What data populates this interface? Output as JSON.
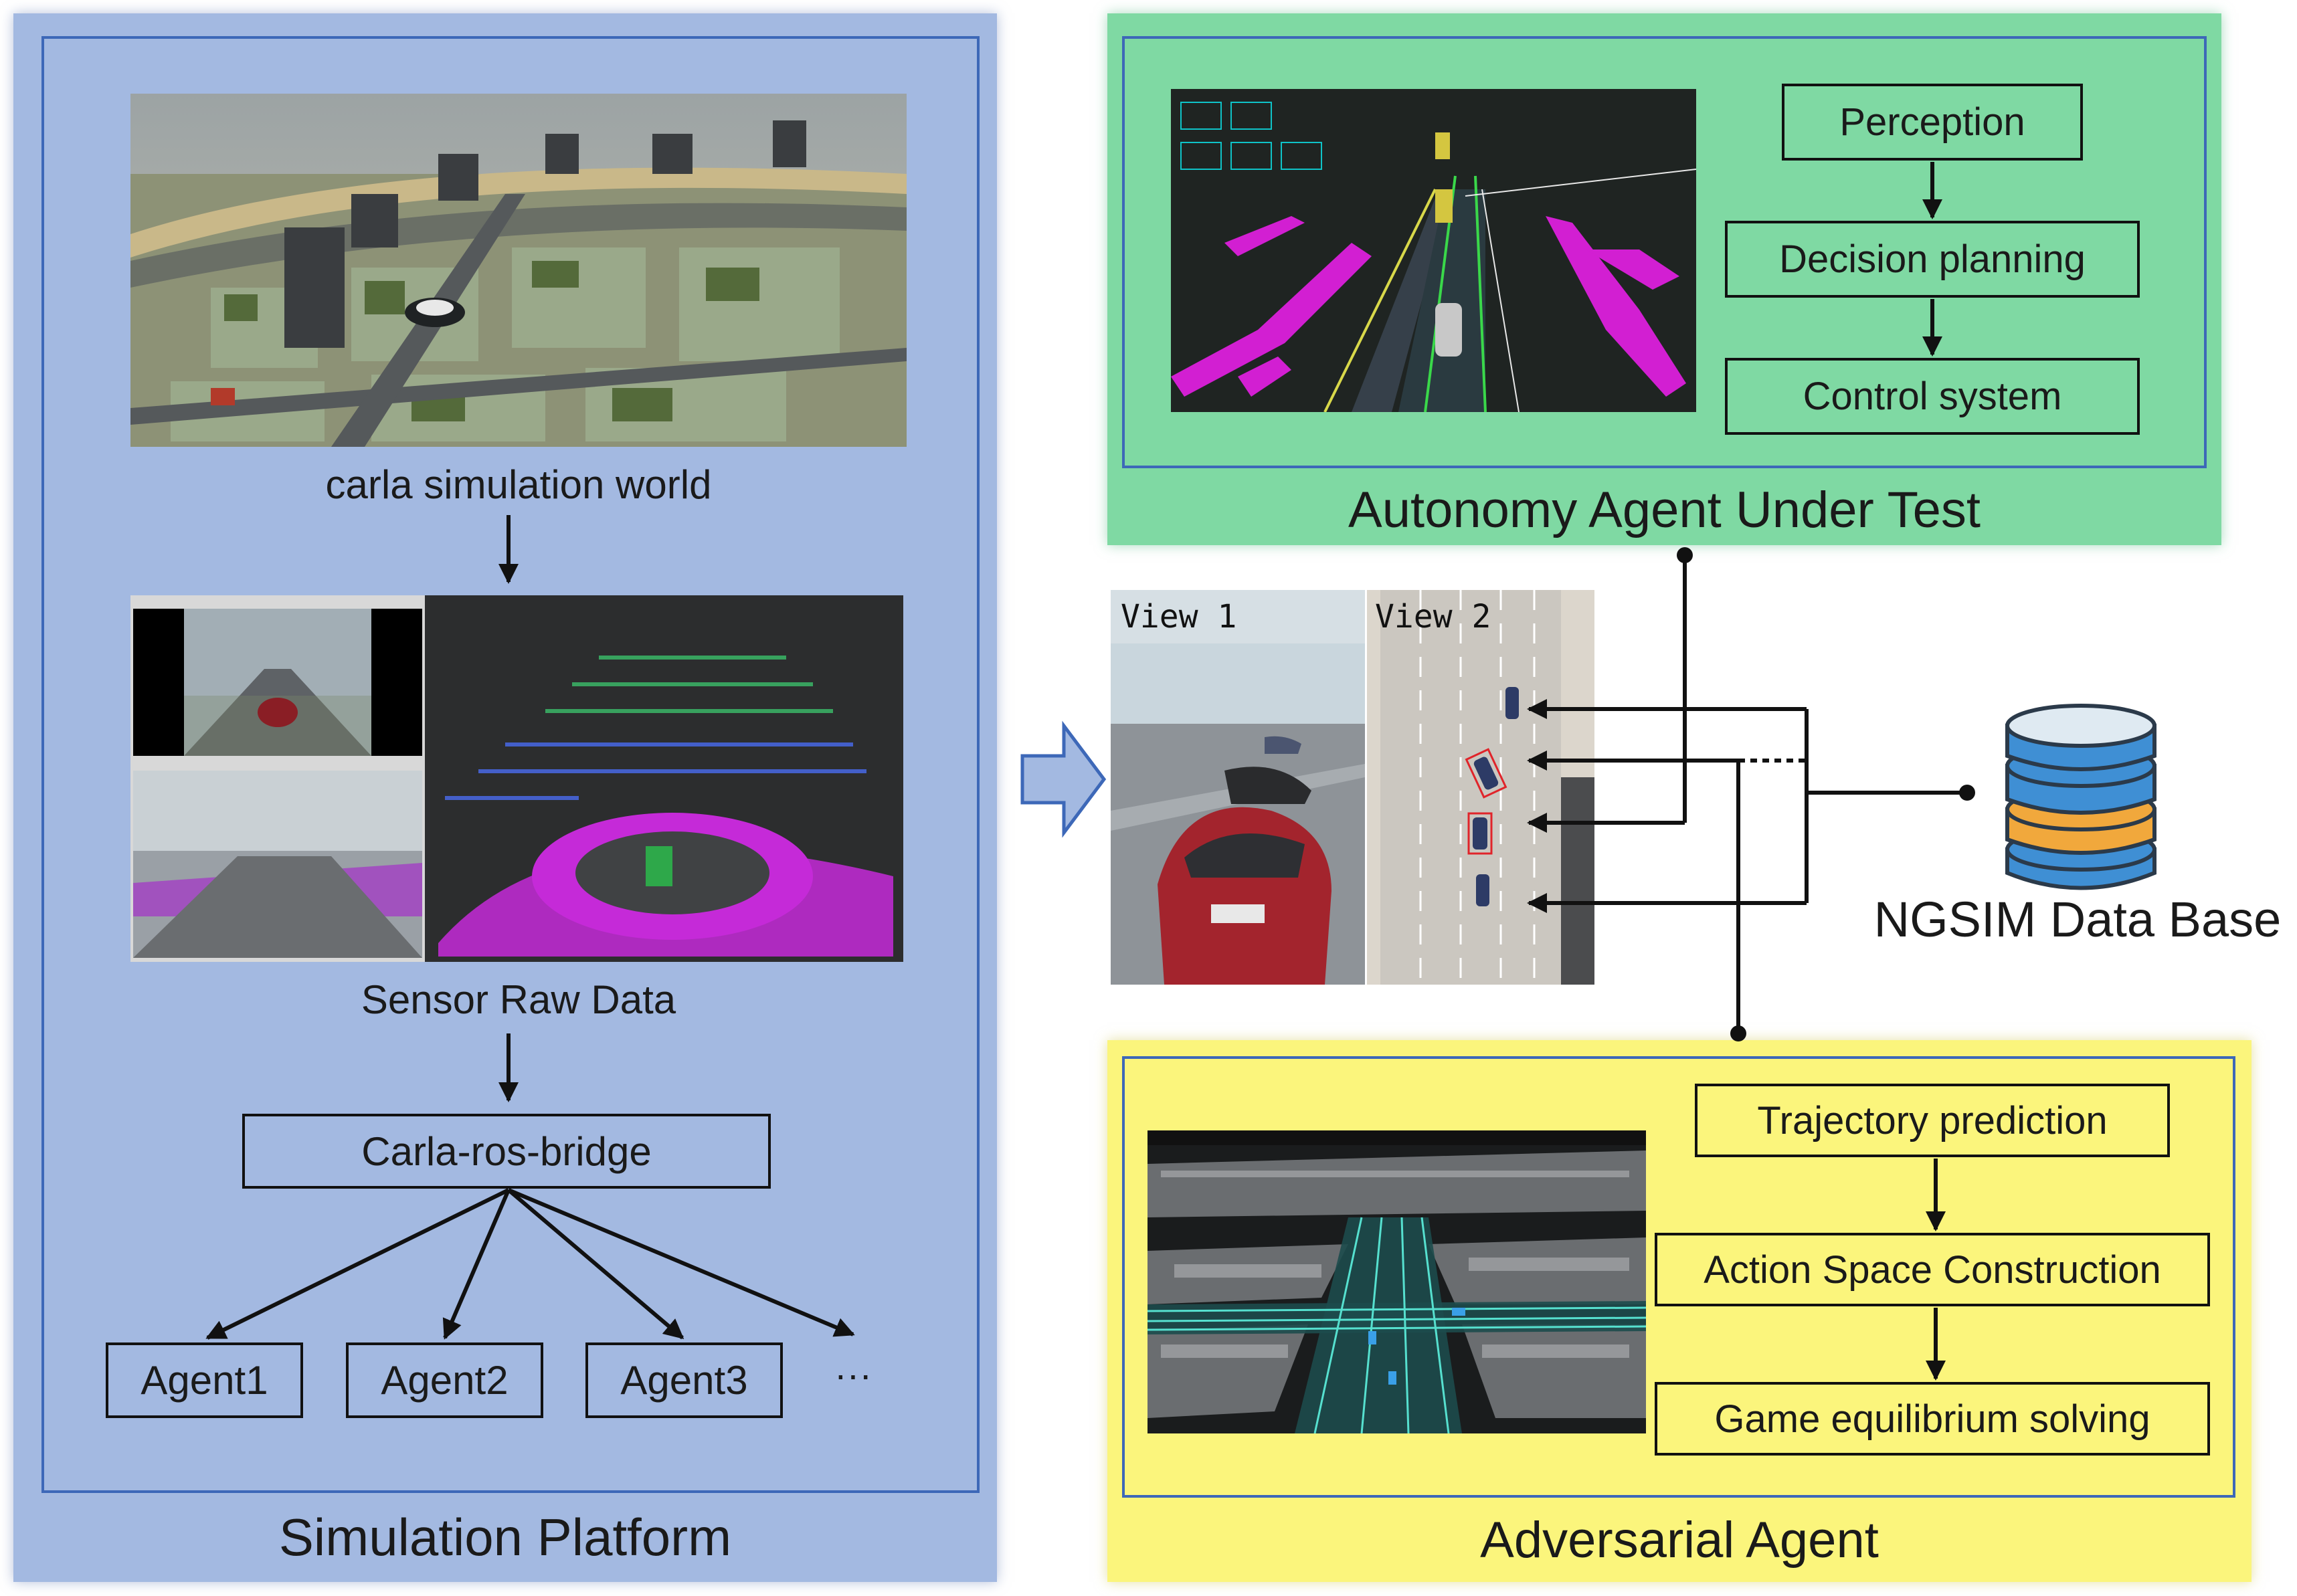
{
  "simulation_platform": {
    "title": "Simulation Platform",
    "world_caption": "carla simulation world",
    "sensor_caption": "Sensor Raw Data",
    "bridge_label": "Carla-ros-bridge",
    "agents": [
      "Agent1",
      "Agent2",
      "Agent3"
    ],
    "more": "···"
  },
  "autonomy_agent": {
    "title": "Autonomy Agent Under Test",
    "steps": [
      "Perception",
      "Decision planning",
      "Control system"
    ]
  },
  "views": {
    "view1": "View 1",
    "view2": "View 2"
  },
  "database": {
    "label": "NGSIM Data Base"
  },
  "adversarial_agent": {
    "title": "Adversarial Agent",
    "steps": [
      "Trajectory prediction",
      "Action Space Construction",
      "Game equilibrium solving"
    ]
  },
  "colors": {
    "blue_panel": "#a3b9e1",
    "green_panel": "#7fd9a3",
    "yellow_panel": "#fbf57c",
    "panel_border": "#3d68b8"
  }
}
